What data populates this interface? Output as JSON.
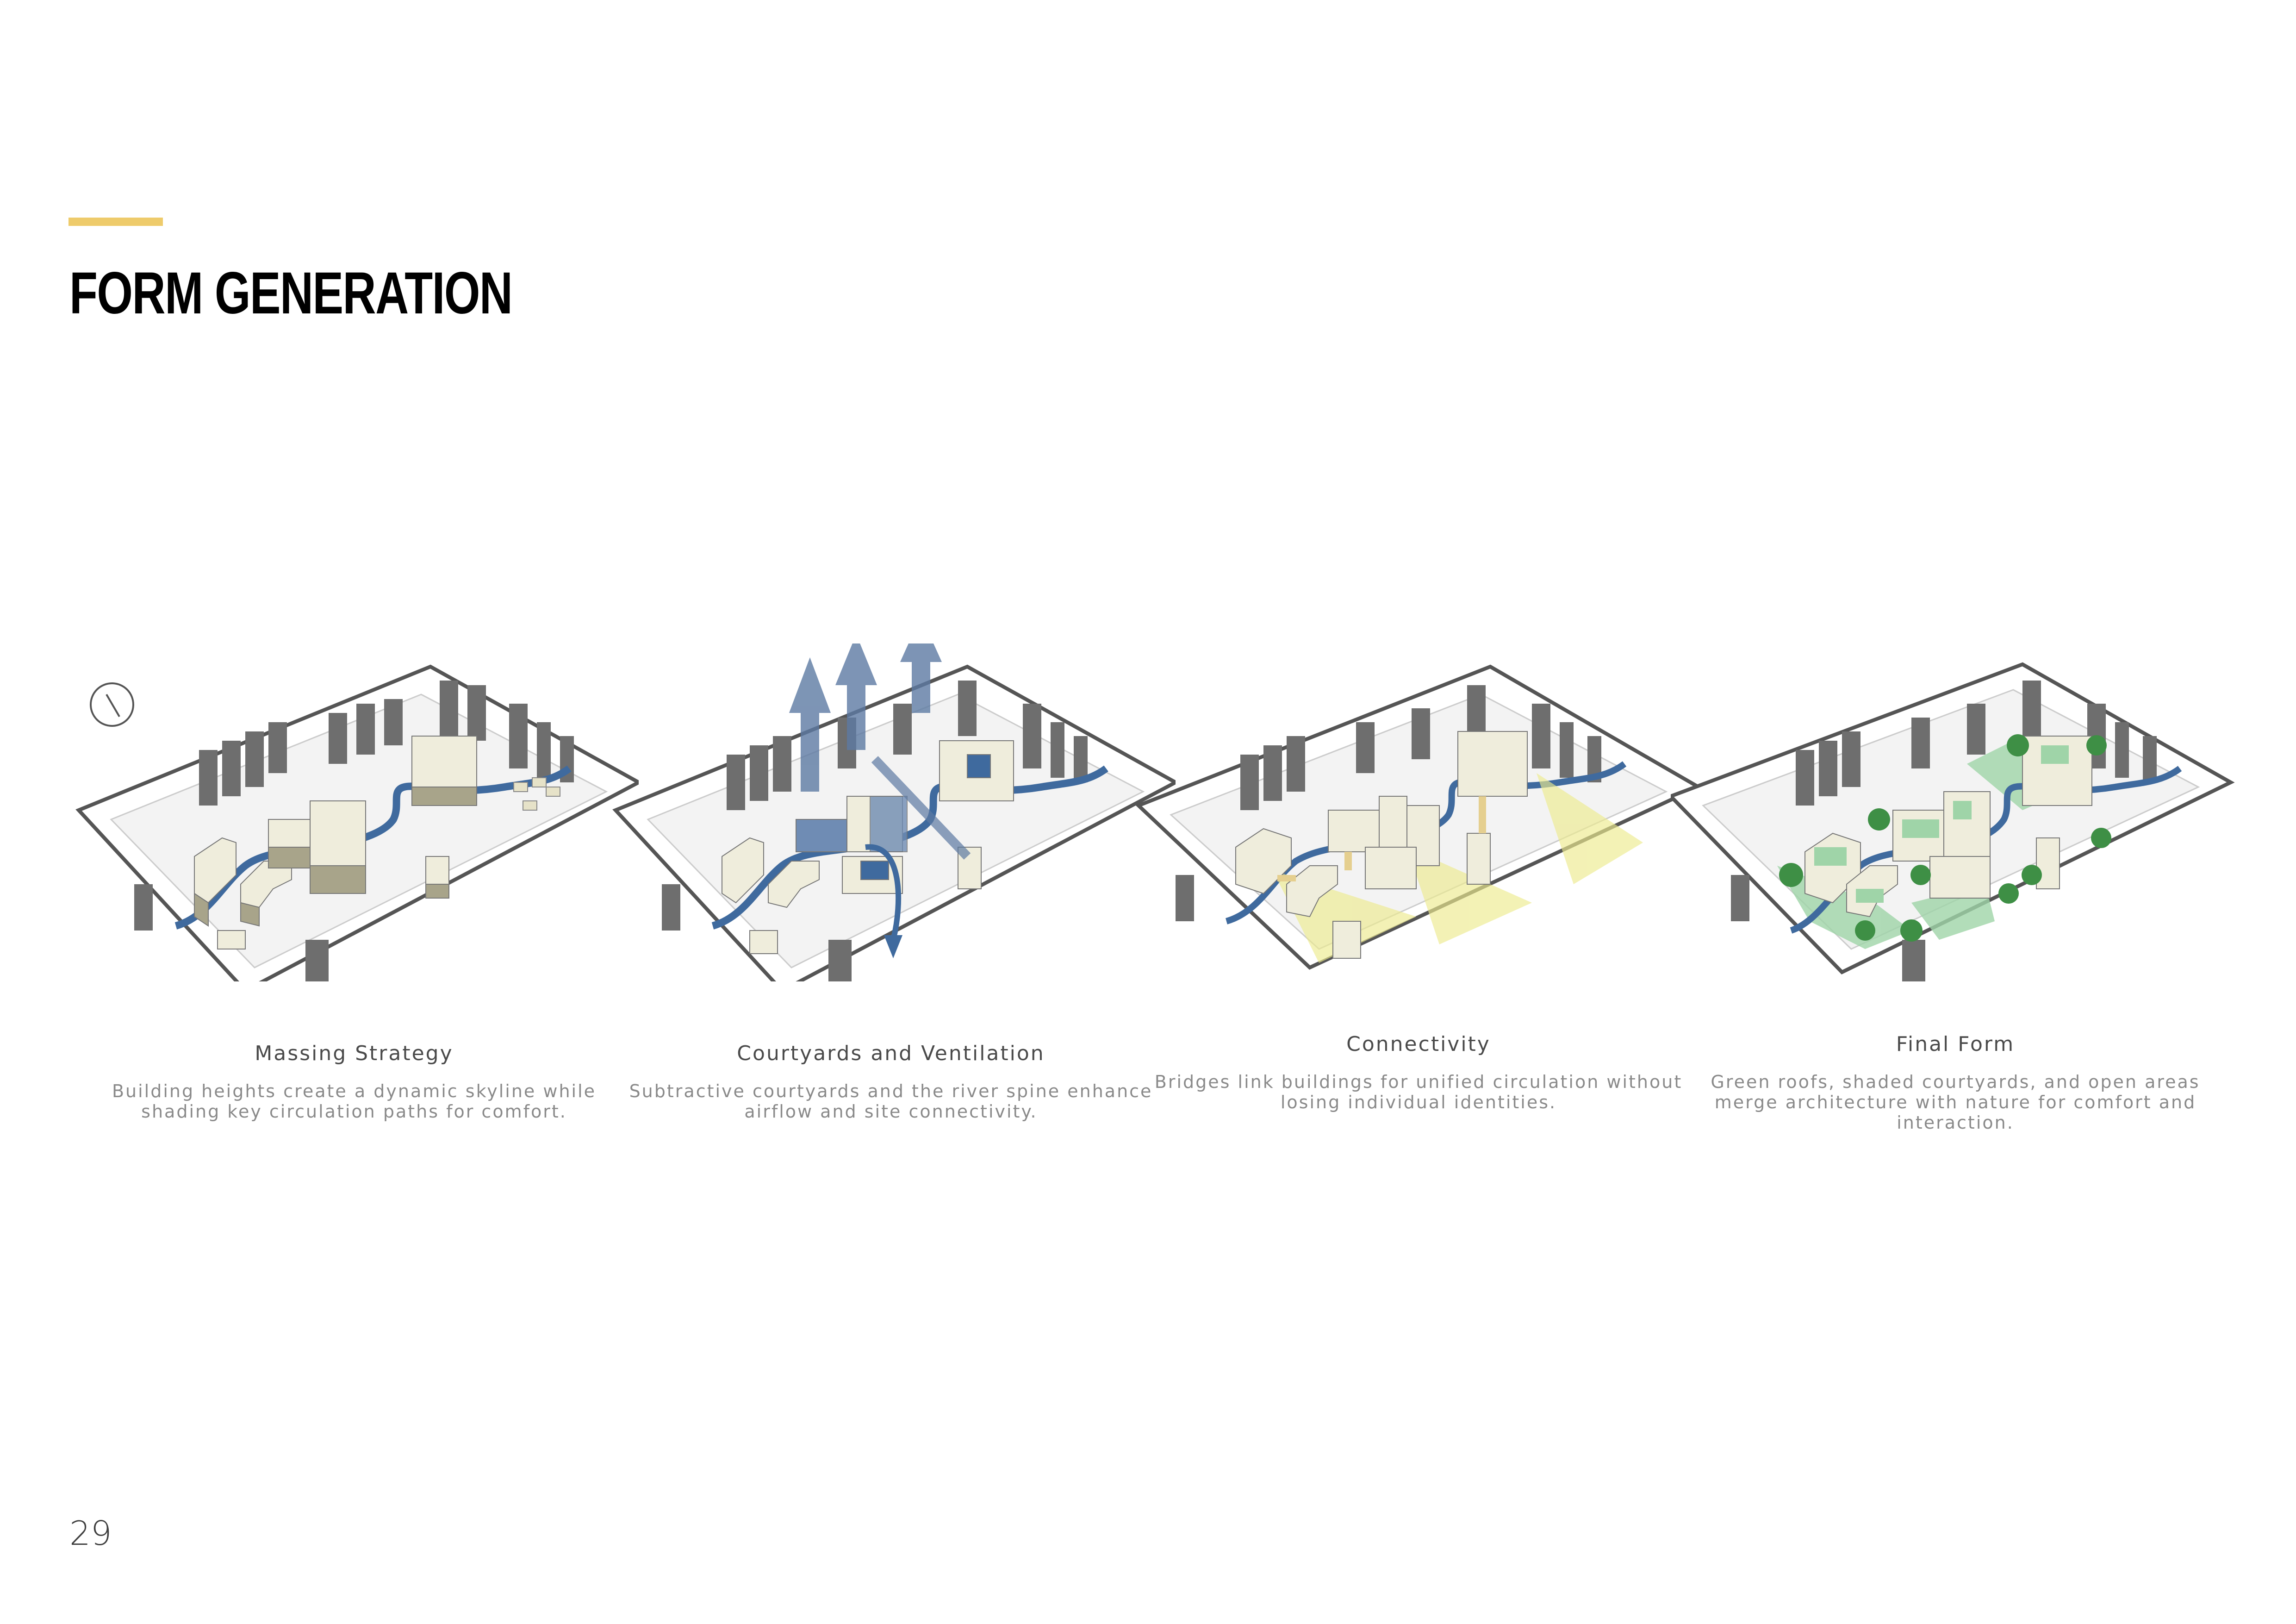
{
  "header": {
    "title": "FORM GENERATION",
    "accent_color": "#EECB6B"
  },
  "colors": {
    "building": "#EFEDDC",
    "building_side": "#A8A48A",
    "context": "#7A7A7A",
    "river": "#3F6A9E",
    "airflow": "#5D7AA3",
    "sightline": "#EDEB8E",
    "green": "#9FD4A8",
    "tree": "#3E8F45"
  },
  "panels": [
    {
      "id": "massing",
      "label": "Massing Strategy",
      "description": "Building heights create a dynamic skyline while shading key circulation paths for comfort.",
      "has_north_arrow": true
    },
    {
      "id": "courtyards",
      "label": "Courtyards and Ventilation",
      "description": "Subtractive courtyards and the river spine enhance airflow and site connectivity."
    },
    {
      "id": "connectivity",
      "label": "Connectivity",
      "description": "Bridges link buildings for unified circulation without losing individual identities."
    },
    {
      "id": "final",
      "label": "Final Form",
      "description": "Green roofs, shaded courtyards, and open areas merge architecture with nature for comfort and interaction."
    }
  ],
  "footer": {
    "page_number": "29"
  }
}
